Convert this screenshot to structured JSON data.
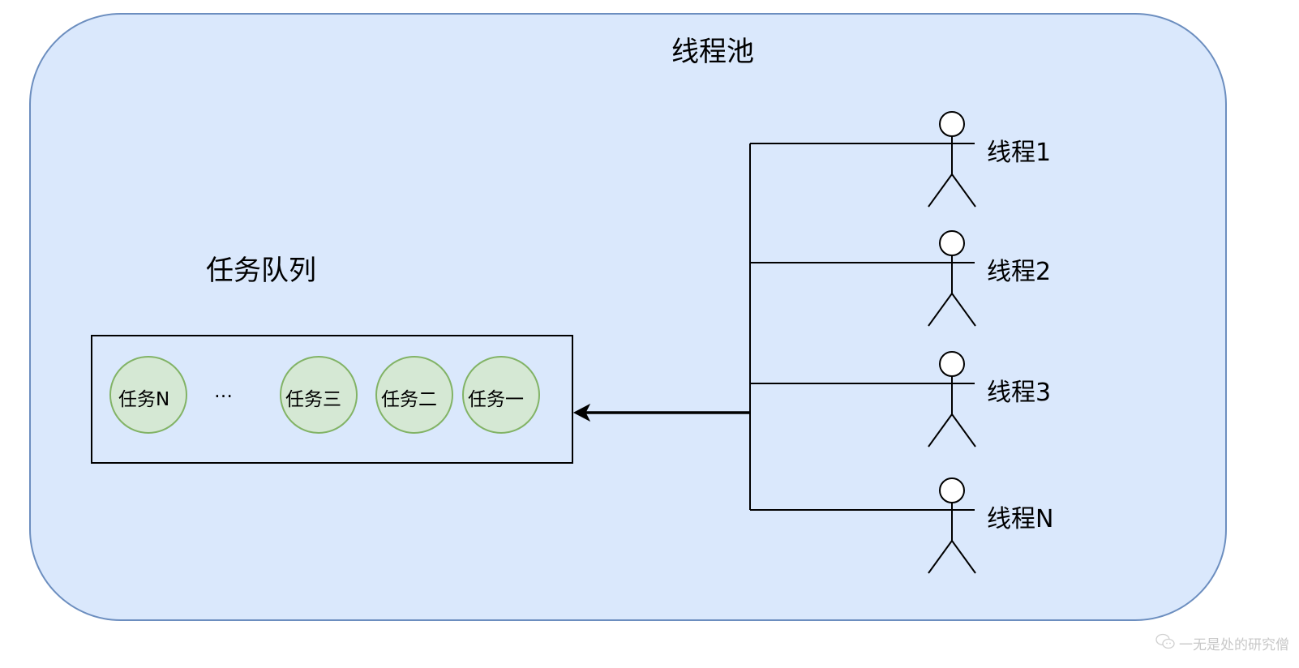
{
  "pool": {
    "title": "线程池",
    "fill": "#dae8fc",
    "stroke": "#6c8ebf"
  },
  "queue": {
    "title": "任务队列",
    "tasks": [
      {
        "label": "任务N"
      },
      {
        "label": "…",
        "is_ellipsis": true
      },
      {
        "label": "任务三"
      },
      {
        "label": "任务二"
      },
      {
        "label": "任务一"
      }
    ],
    "task_fill": "#d5e8d4",
    "task_stroke": "#82b366"
  },
  "threads": [
    {
      "label": "线程1"
    },
    {
      "label": "线程2"
    },
    {
      "label": "线程3"
    },
    {
      "label": "线程N"
    }
  ],
  "arrow": {
    "direction": "threads-to-queue"
  },
  "watermark": {
    "icon": "wechat-icon",
    "text": "一无是处的研究僧"
  }
}
